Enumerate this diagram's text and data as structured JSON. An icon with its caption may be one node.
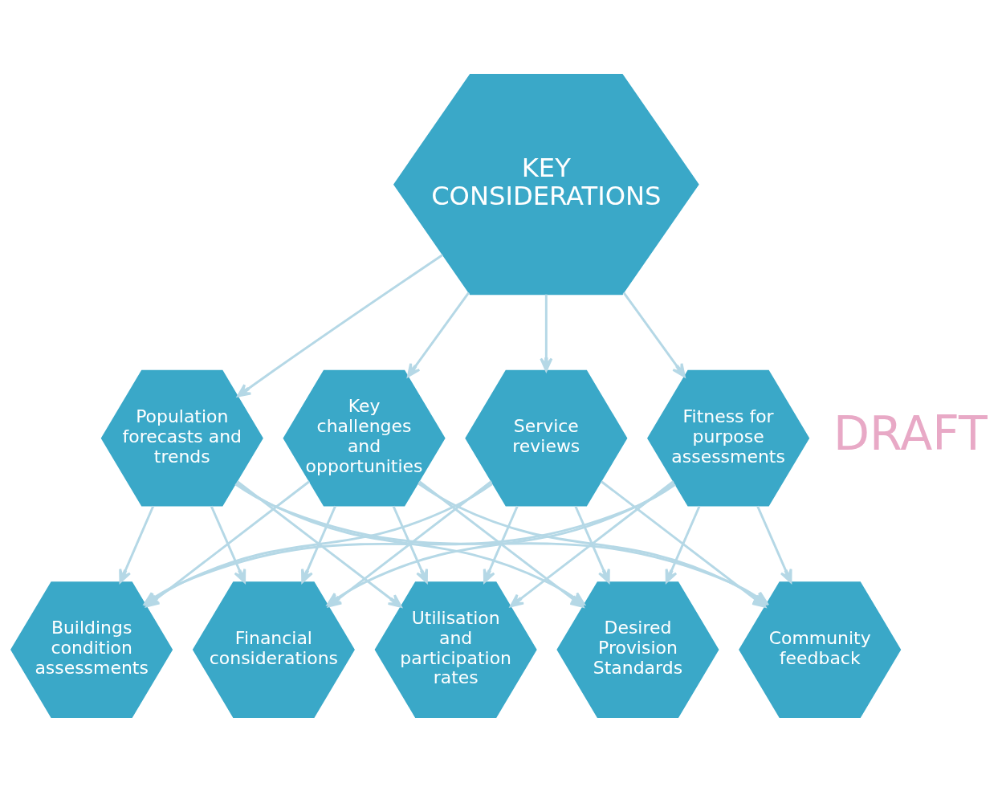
{
  "diagram": {
    "nodes": [
      {
        "text": [
          "KEY CONSIDERATIONS"
        ]
      },
      {
        "text": [
          "Population forecasts and trends"
        ]
      },
      {
        "text": [
          "Key challenges and opportunities"
        ]
      },
      {
        "text": [
          "Service reviews"
        ]
      },
      {
        "text": [
          "Fitness for purpose assessments"
        ]
      },
      {
        "text": [
          "Buildings condition assessments"
        ]
      },
      {
        "text": [
          "Financial considerations"
        ]
      },
      {
        "text": [
          "Utilisation and participation rates"
        ]
      },
      {
        "text": [
          "Desired Provision Standards"
        ]
      },
      {
        "text": [
          "Community feedback"
        ]
      }
    ],
    "edges": [
      {
        "from": 0,
        "to": 1,
        "arrow": "to"
      },
      {
        "from": 0,
        "to": 2,
        "arrow": "to"
      },
      {
        "from": 0,
        "to": 3,
        "arrow": "to"
      },
      {
        "from": 0,
        "to": 4,
        "arrow": "to"
      },
      {
        "from": 1,
        "to": 5,
        "arrow": "to"
      },
      {
        "from": 1,
        "to": 6,
        "arrow": "to"
      },
      {
        "from": 1,
        "to": 7,
        "arrow": "to"
      },
      {
        "from": 1,
        "to": 8,
        "arrow": "to"
      },
      {
        "from": 1,
        "to": 9,
        "arrow": "to"
      },
      {
        "from": 2,
        "to": 5,
        "arrow": "to"
      },
      {
        "from": 2,
        "to": 6,
        "arrow": "to"
      },
      {
        "from": 2,
        "to": 7,
        "arrow": "to"
      },
      {
        "from": 2,
        "to": 8,
        "arrow": "to"
      },
      {
        "from": 2,
        "to": 9,
        "arrow": "to"
      },
      {
        "from": 3,
        "to": 5,
        "arrow": "to"
      },
      {
        "from": 3,
        "to": 6,
        "arrow": "to"
      },
      {
        "from": 3,
        "to": 7,
        "arrow": "to"
      },
      {
        "from": 3,
        "to": 8,
        "arrow": "to"
      },
      {
        "from": 3,
        "to": 9,
        "arrow": "to"
      },
      {
        "from": 4,
        "to": 5,
        "arrow": "to"
      },
      {
        "from": 4,
        "to": 6,
        "arrow": "to"
      },
      {
        "from": 4,
        "to": 7,
        "arrow": "to"
      },
      {
        "from": 4,
        "to": 8,
        "arrow": "to"
      },
      {
        "from": 4,
        "to": 9,
        "arrow": "to"
      }
    ],
    "labels": [
      "DRAFT"
    ]
  }
}
